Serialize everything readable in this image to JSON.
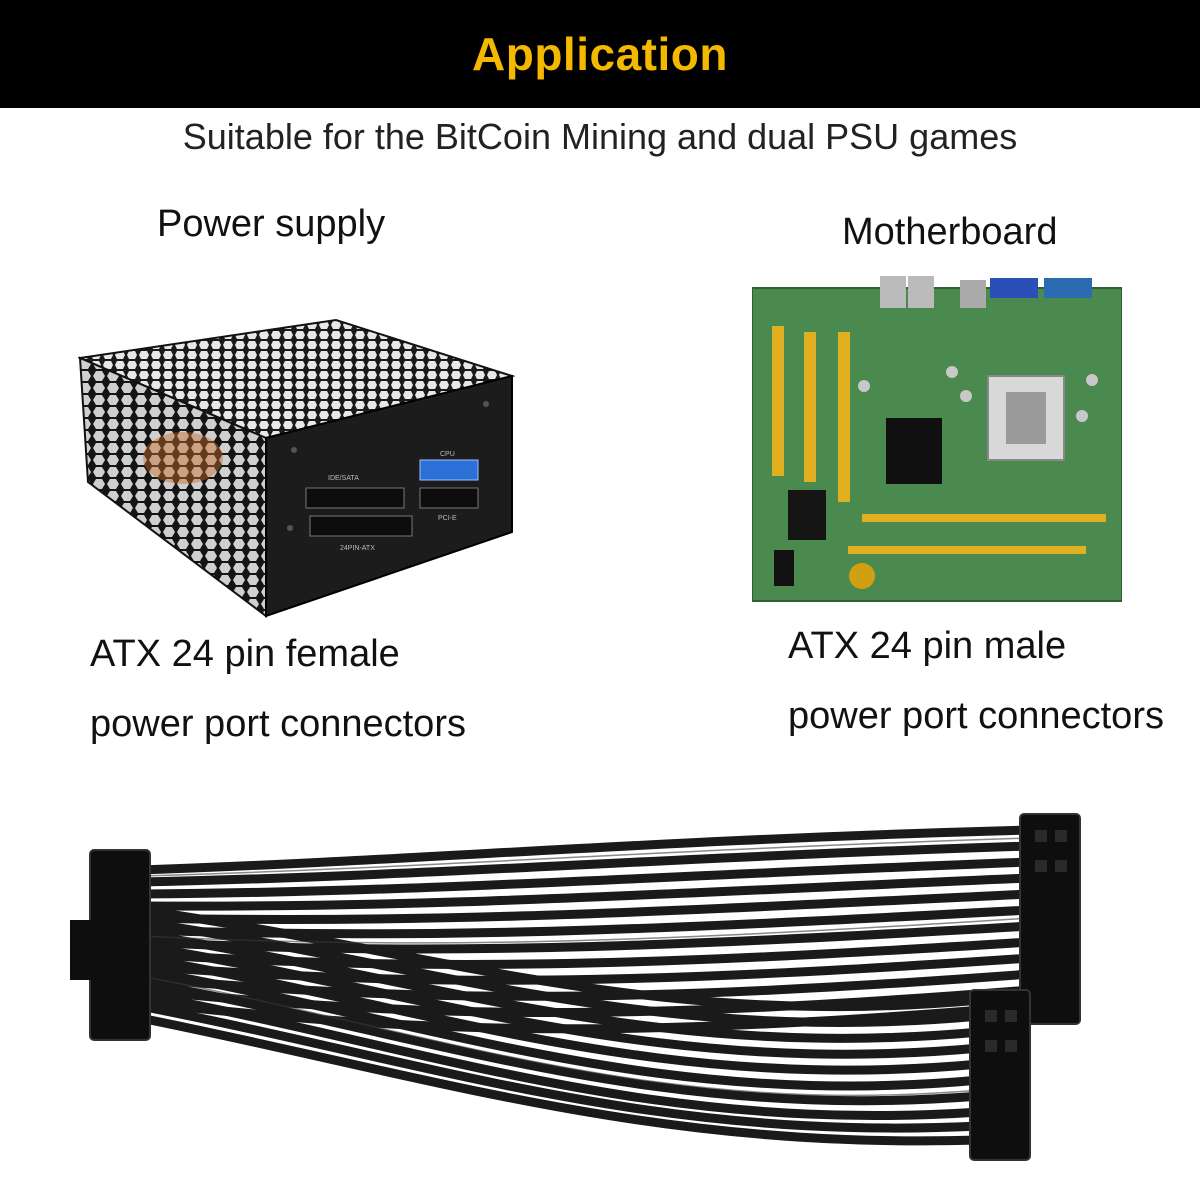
{
  "header": {
    "title": "Application"
  },
  "subtitle": "Suitable for the BitCoin Mining and dual PSU games",
  "power_supply": {
    "label": "Power supply",
    "desc_line1": "ATX 24 pin female",
    "desc_line2": "power port connectors",
    "marks": {
      "cpu": "CPU",
      "ide": "IDE/SATA",
      "pcie": "PCI-E",
      "atx": "24PIN-ATX"
    }
  },
  "motherboard": {
    "label": "Motherboard",
    "desc_line1": "ATX 24 pin male",
    "desc_line2": "power port connectors"
  },
  "colors": {
    "banner_bg": "#000000",
    "banner_text": "#f5b800",
    "pcb_green": "#4a8a4e",
    "slot_yellow": "#e0b020",
    "connector_blue": "#2c6fd6"
  }
}
